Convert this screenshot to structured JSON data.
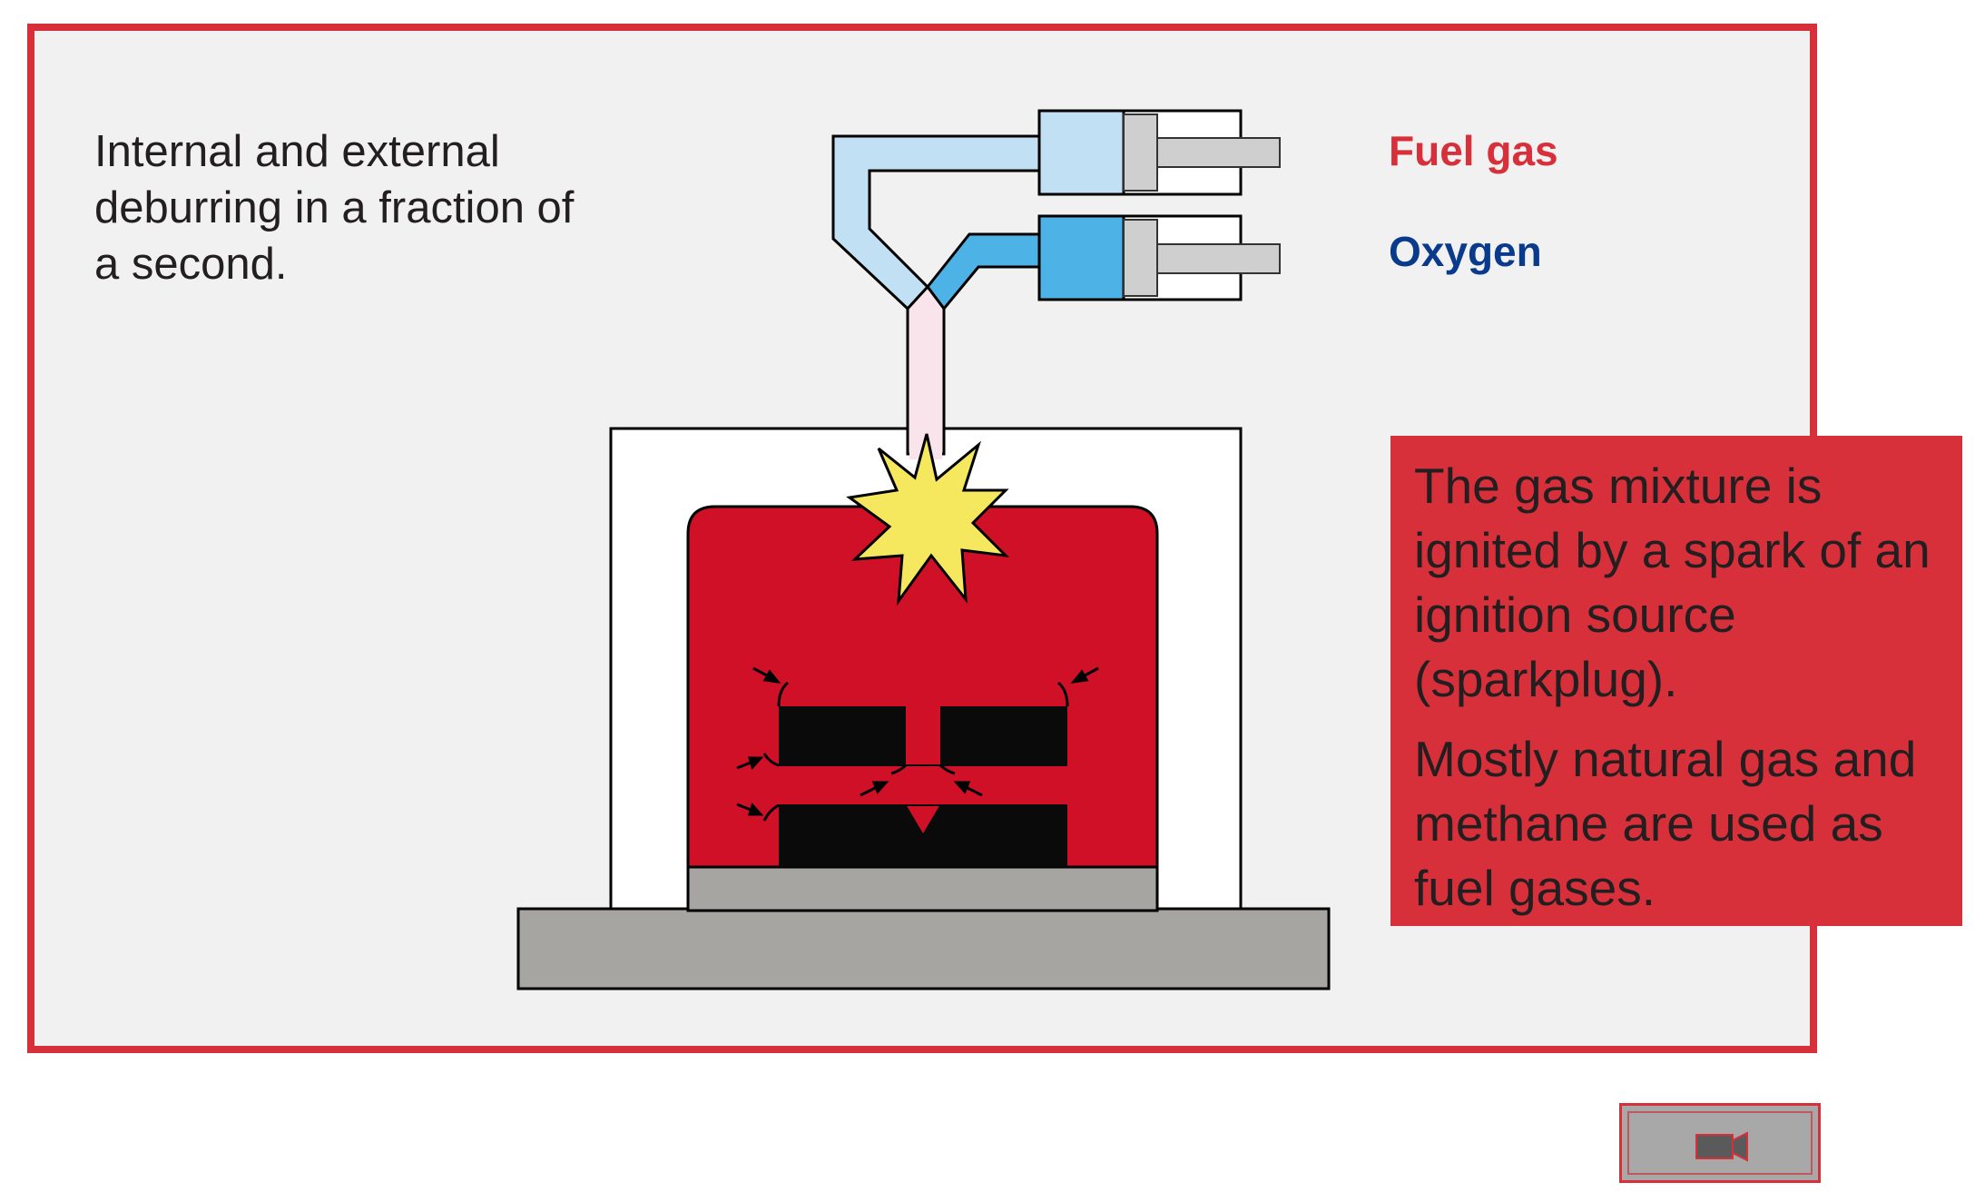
{
  "intro": {
    "text": "Internal and external deburring in a fraction of a second."
  },
  "legend": {
    "fuel_gas": {
      "label": "Fuel gas",
      "color": "#d7303a"
    },
    "oxygen": {
      "label": "Oxygen",
      "color": "#0a3a8c"
    }
  },
  "info_box": {
    "paragraph_1": "The gas mixture is ignited by a spark of an ignition source (sparkplug).",
    "paragraph_2": "Mostly natural gas and methane are used as fuel gases.",
    "background": "#d7303a"
  },
  "colors": {
    "frame_border": "#d7303a",
    "chamber_red": "#d01027",
    "fuel_gas_fill": "#c2e0f4",
    "oxygen_fill": "#4db3e6",
    "mixture_fill": "#f9e4ec",
    "spark_fill": "#f5e85e",
    "base_gray": "#a6a5a1",
    "workpiece_black": "#0a0a0a"
  },
  "video_button": {
    "icon": "video-camera-icon"
  }
}
